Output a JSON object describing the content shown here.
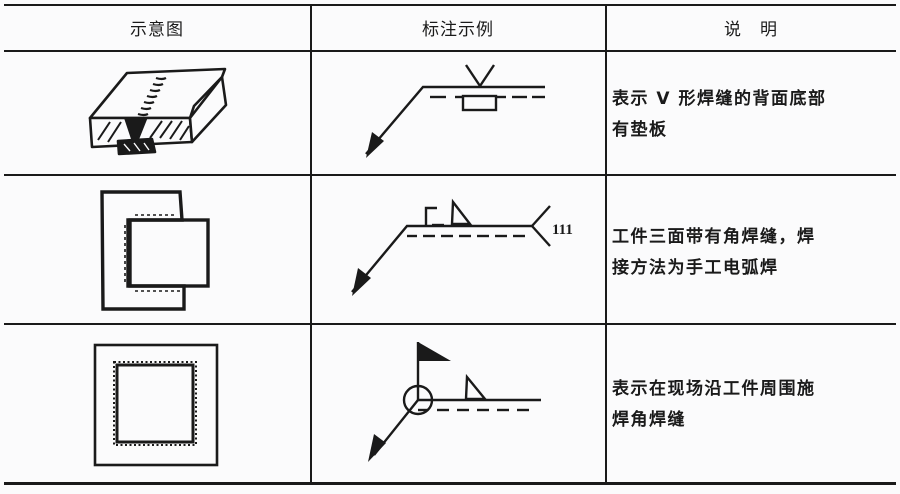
{
  "table": {
    "headers": [
      "示意图",
      "标注示例",
      "说　明"
    ],
    "rows": [
      {
        "diagram": "v-groove-weld-with-backing-plate",
        "symbol": "v-weld-symbol-with-backing",
        "description": "表示 V 形焊缝的背面底部有垫板",
        "description_lines": [
          "表示 V 形焊缝的背面底部",
          "有垫板"
        ]
      },
      {
        "diagram": "three-side-fillet-weld",
        "symbol": "fillet-weld-three-side-symbol",
        "tail_process_code": "111",
        "description": "工件三面带有角焊缝，焊接方法为手工电弧焊",
        "description_lines": [
          "工件三面带有角焊缝，焊",
          "接方法为手工电弧焊"
        ]
      },
      {
        "diagram": "all-around-fillet-weld",
        "symbol": "field-weld-all-around-fillet-symbol",
        "description": "表示在现场沿工件周围施焊角焊缝",
        "description_lines": [
          "表示在现场沿工件周围施",
          "焊角焊缝"
        ]
      }
    ]
  },
  "colors": {
    "ink": "#1a1a1a",
    "paper": "#fbfbfc"
  }
}
